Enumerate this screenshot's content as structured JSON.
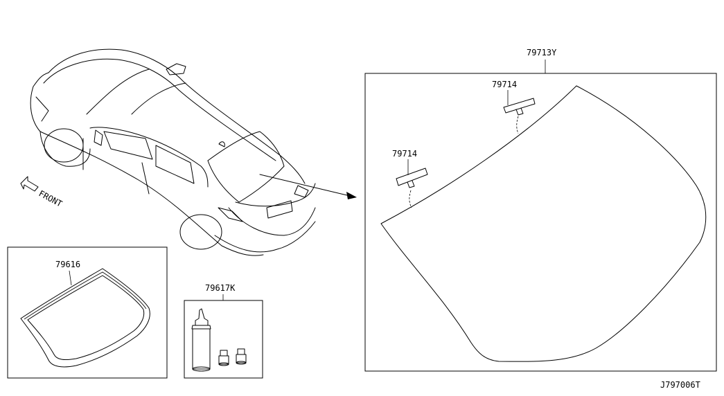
{
  "labels": {
    "front": "FRONT",
    "rear_glass": "79713Y",
    "clip_upper": "79714",
    "clip_lower": "79714",
    "dam_rubber": "79616",
    "adhesive_kit": "79617K",
    "diagram_code": "J797006T"
  }
}
